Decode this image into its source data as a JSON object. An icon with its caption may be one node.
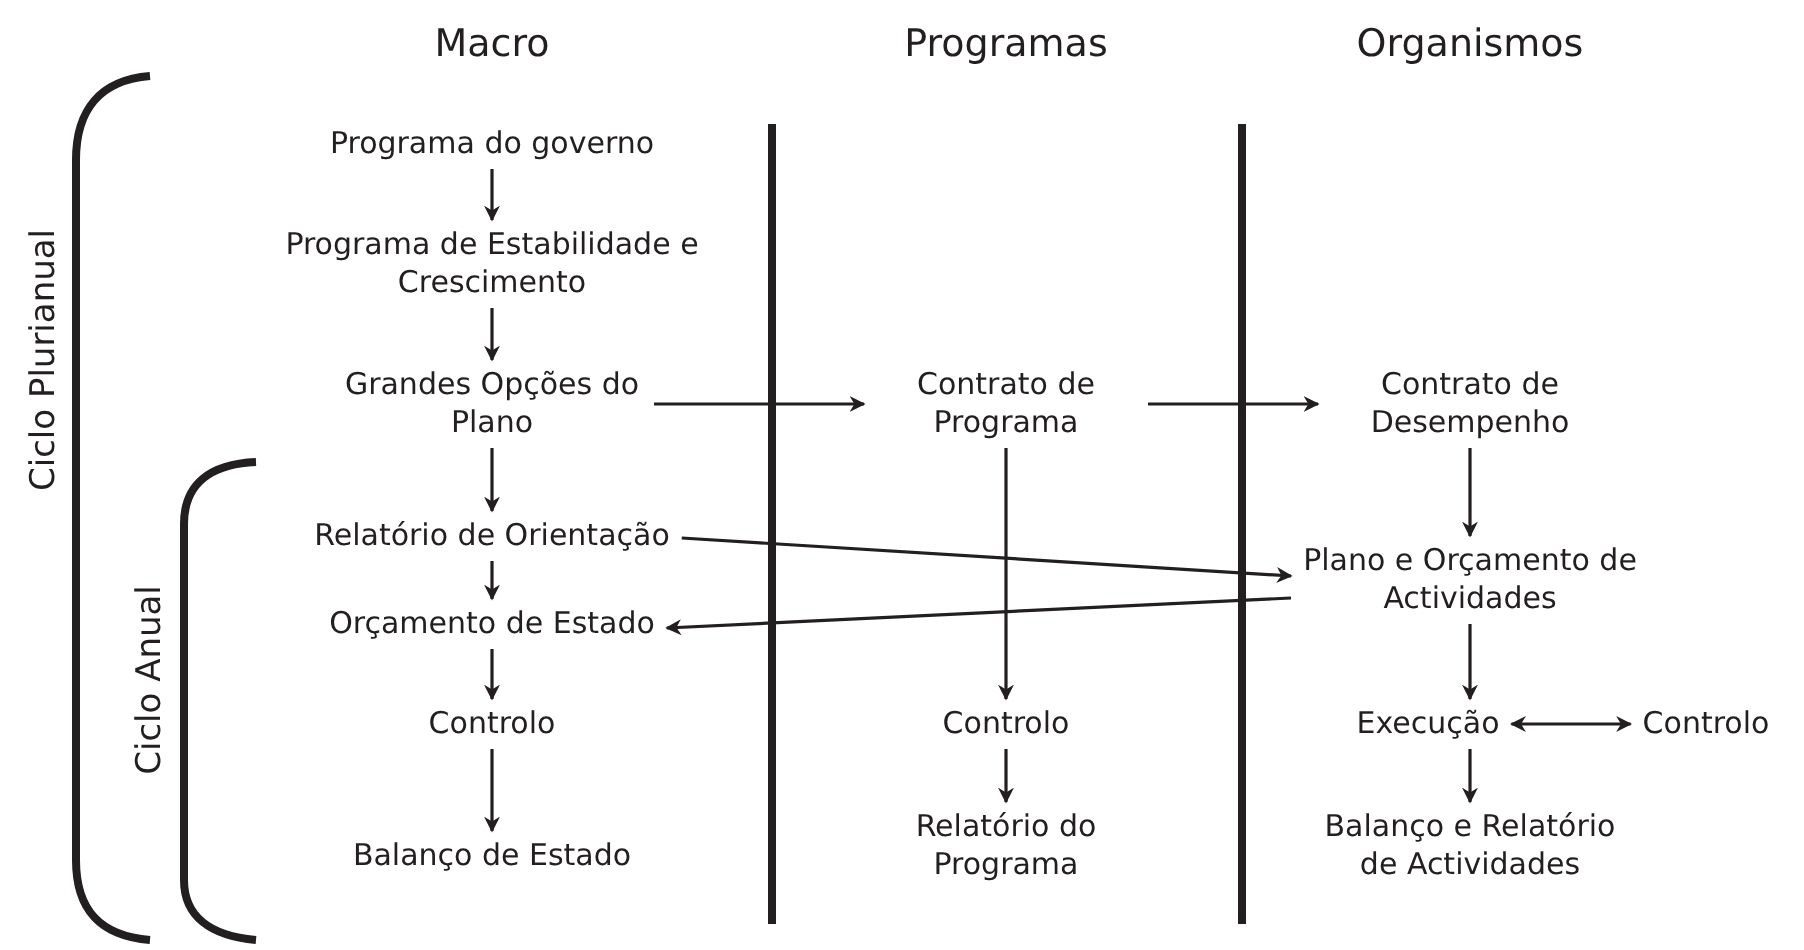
{
  "diagram": {
    "nodes": [
      {
        "text": [
          "Programa do governo"
        ]
      },
      {
        "text": [
          "Programa de Estabilidade e Crescimento"
        ]
      },
      {
        "text": [
          "Grandes Opções do Plano"
        ]
      },
      {
        "text": [
          "Relatório de Orientação"
        ]
      },
      {
        "text": [
          "Orçamento de Estado"
        ]
      },
      {
        "text": [
          "Controlo"
        ]
      },
      {
        "text": [
          "Balanço de Estado"
        ]
      },
      {
        "text": [
          "Contrato de Programa"
        ]
      },
      {
        "text": [
          "Controlo"
        ]
      },
      {
        "text": [
          "Relatório do Programa"
        ]
      },
      {
        "text": [
          "Contrato de Desempenho"
        ]
      },
      {
        "text": [
          "Plano e Orçamento de Actividades"
        ]
      },
      {
        "text": [
          "Execução"
        ]
      },
      {
        "text": [
          "Controlo"
        ]
      },
      {
        "text": [
          "Balanço e Relatório de Actividades"
        ]
      }
    ],
    "edges": [
      {
        "from": 0,
        "to": 1,
        "arrow": "to"
      },
      {
        "from": 1,
        "to": 2,
        "arrow": "to"
      },
      {
        "from": 2,
        "to": 7,
        "arrow": "to"
      },
      {
        "from": 7,
        "to": 10,
        "arrow": "to"
      },
      {
        "from": 2,
        "to": 3,
        "arrow": "to"
      },
      {
        "from": 3,
        "to": 4,
        "arrow": "to"
      },
      {
        "from": 4,
        "to": 5,
        "arrow": "to"
      },
      {
        "from": 5,
        "to": 6,
        "arrow": "to"
      },
      {
        "from": 7,
        "to": 8,
        "arrow": "to"
      },
      {
        "from": 8,
        "to": 9,
        "arrow": "to"
      },
      {
        "from": 10,
        "to": 11,
        "arrow": "to"
      },
      {
        "from": 3,
        "to": 11,
        "arrow": "to"
      },
      {
        "from": 11,
        "to": 4,
        "arrow": "to"
      },
      {
        "from": 11,
        "to": 12,
        "arrow": "to"
      },
      {
        "from": 12,
        "to": 13,
        "arrow": "both"
      },
      {
        "from": 12,
        "to": 14,
        "arrow": "to"
      }
    ],
    "labels": [
      "Macro",
      "Programas",
      "Organismos",
      "Ciclo Plurianual",
      "Ciclo Anual"
    ]
  }
}
